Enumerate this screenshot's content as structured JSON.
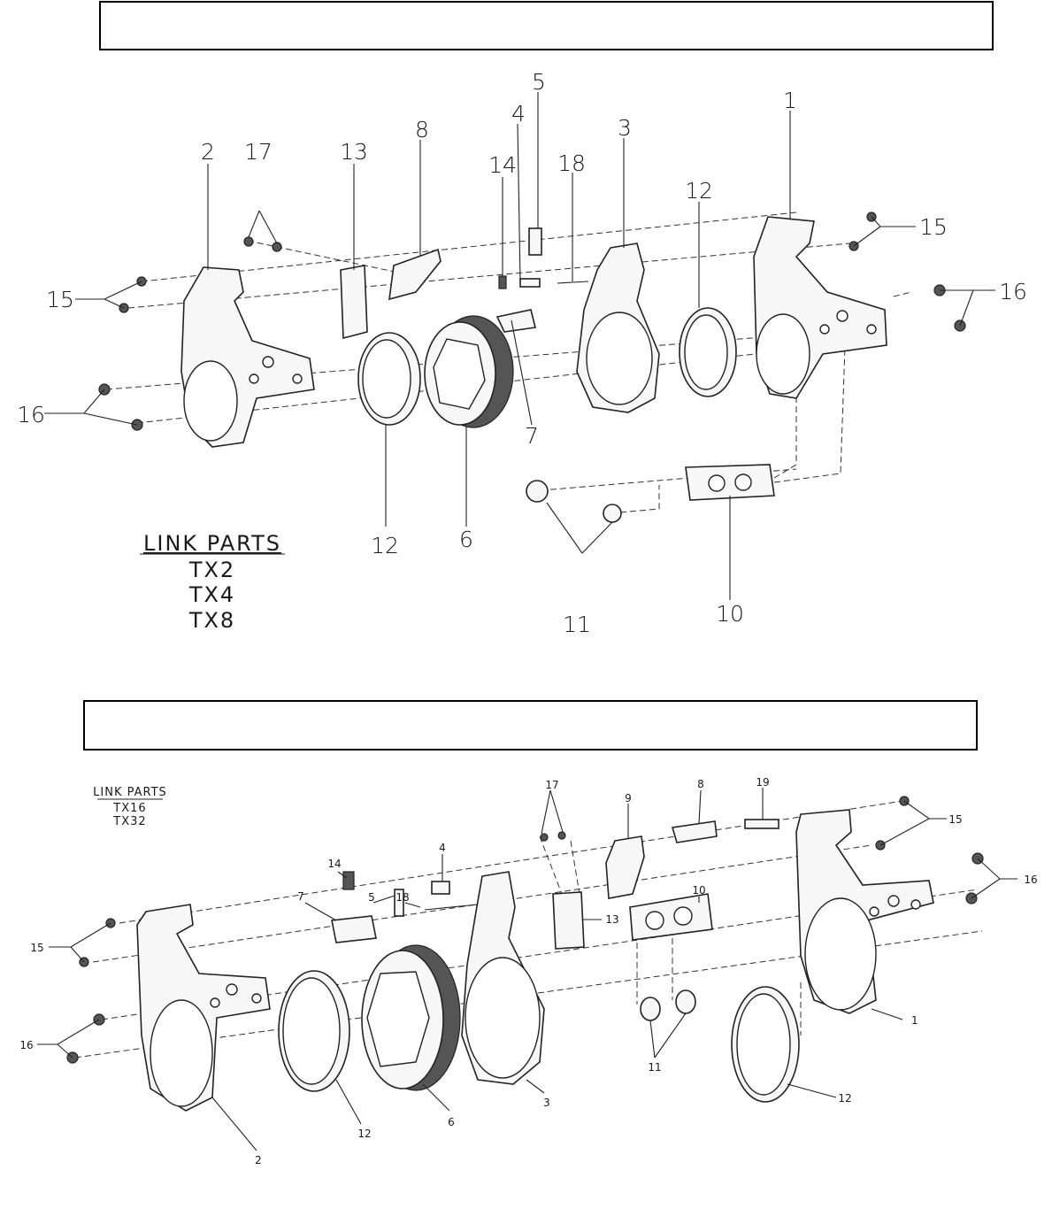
{
  "header_boxes": {
    "top": "",
    "bottom": ""
  },
  "diagram1": {
    "caption": [
      "LINK PARTS",
      "TX2",
      "TX4",
      "TX8"
    ],
    "labels": [
      "1",
      "2",
      "3",
      "4",
      "5",
      "6",
      "7",
      "8",
      "10",
      "11",
      "12",
      "12",
      "13",
      "14",
      "15",
      "15",
      "16",
      "16",
      "17",
      "18"
    ]
  },
  "diagram2": {
    "caption": [
      "LINK PARTS",
      "TX16",
      "TX32"
    ],
    "labels": [
      "1",
      "2",
      "3",
      "4",
      "5",
      "6",
      "7",
      "8",
      "9",
      "10",
      "11",
      "12",
      "12",
      "13",
      "14",
      "15",
      "15",
      "16",
      "16",
      "17",
      "18",
      "19"
    ]
  }
}
